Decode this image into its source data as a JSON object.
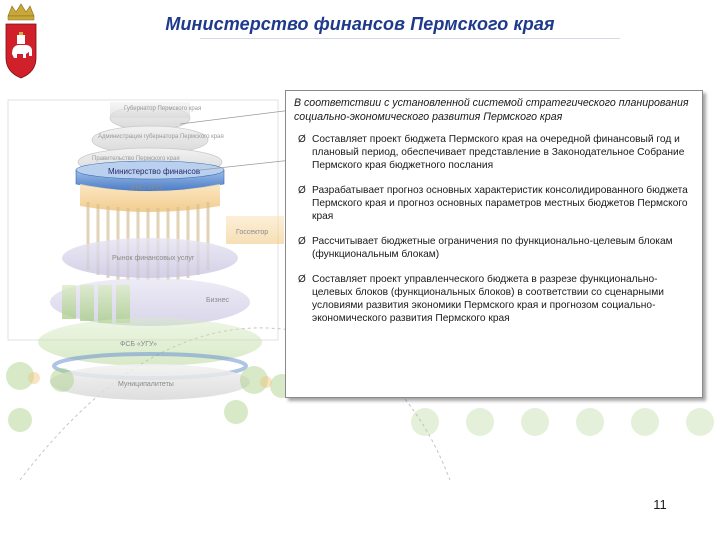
{
  "header": {
    "title": "Министерство финансов Пермского края",
    "emblem_icon": "perm-krai-coat-of-arms-icon",
    "emblem_color": "#d0202a"
  },
  "illustration": {
    "labels": {
      "governor": "Губернатор Пермского края",
      "admin_governor": "Администрация губернатора Пермского края",
      "government": "Правительство Пермского края",
      "ministry": "Министерство финансов",
      "fns": "ФНС «РТ»",
      "gossektor": "Госсектор",
      "market": "Рынок финансовых услуг",
      "business": "Бизнес",
      "fss": "ФСБ «УГУ»",
      "municipalities": "Муниципалитеты"
    },
    "accent": "#2f63b8"
  },
  "panel": {
    "intro": "В соответствии с установленной системой стратегического планирования социально-экономического развития Пермского края",
    "bullet_glyph": "Ø",
    "items": [
      "Составляет проект бюджета Пермского края на очередной финансовый год и плановый период, обеспечивает представление в Законодательное Собрание Пермского края бюджетного послания",
      "Разрабатывает прогноз основных характеристик консолидированного бюджета Пермского края и прогноз основных параметров местных бюджетов Пермского края",
      "Рассчитывает бюджетные ограничения по функционально-целевым блокам (функциональным блокам)",
      "Составляет проект управленческого бюджета в разрезе функционально-целевых блоков (функциональных блоков) в соответствии со сценарными условиями развития экономики Пермского края и прогнозом социально-экономического развития Пермского края"
    ]
  },
  "footer": {
    "page_number": "11"
  }
}
